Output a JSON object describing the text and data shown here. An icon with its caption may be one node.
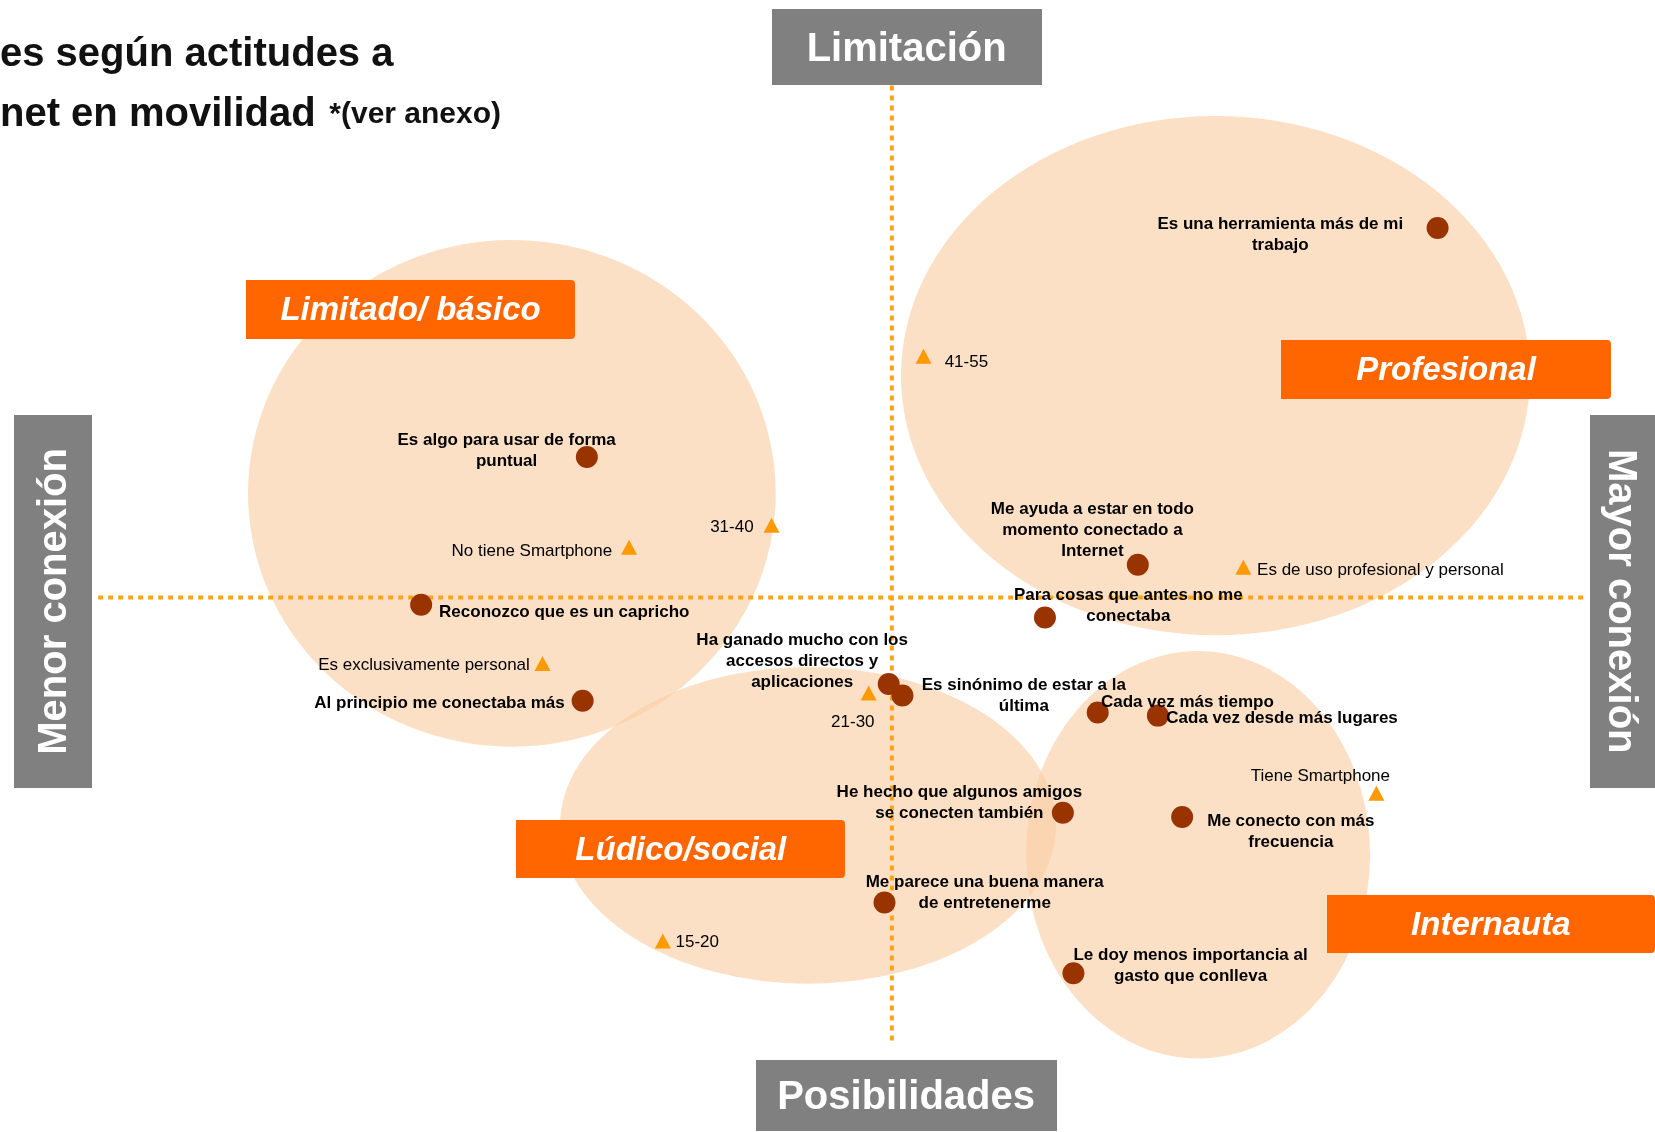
{
  "diagram": {
    "title": "es según actitudes a net en movilidad",
    "nodes": [
      {
        "text": [
          "Limitación"
        ]
      },
      {
        "text": [
          "Limitado/ básico"
        ]
      },
      {
        "text": [
          "Profesional"
        ]
      },
      {
        "text": [
          "Menor conexión"
        ]
      },
      {
        "text": [
          "Mayor conexión"
        ]
      },
      {
        "text": [
          "Lúdico/social"
        ]
      },
      {
        "text": [
          "Internauta"
        ]
      },
      {
        "text": [
          "Posibilidades"
        ]
      }
    ],
    "labels": [
      "*(ver anexo)",
      "Es una herramienta más de mi trabajo",
      "41-55",
      "Es algo para usar de forma puntual",
      "Me ayuda a estar en todo momento conectado a Internet",
      "31-40",
      "No tiene Smartphone",
      "Es de uso profesional y personal",
      "Para cosas que antes no me conectaba",
      "Reconozco que es un capricho",
      "Ha ganado mucho con los accesos directos y aplicaciones",
      "Es exclusivamente personal",
      "Es sinónimo de estar a la última",
      "Cada vez más tiempo",
      "Al principio me conectaba más",
      "Cada vez desde más lugares",
      "21-30",
      "Tiene Smartphone",
      "He hecho que algunos amigos se conecten también",
      "Me conecto con más frecuencia",
      "Me parece una buena manera de entretenerme",
      "15-20",
      "Le doy menos importancia al gasto que conlleva"
    ]
  }
}
